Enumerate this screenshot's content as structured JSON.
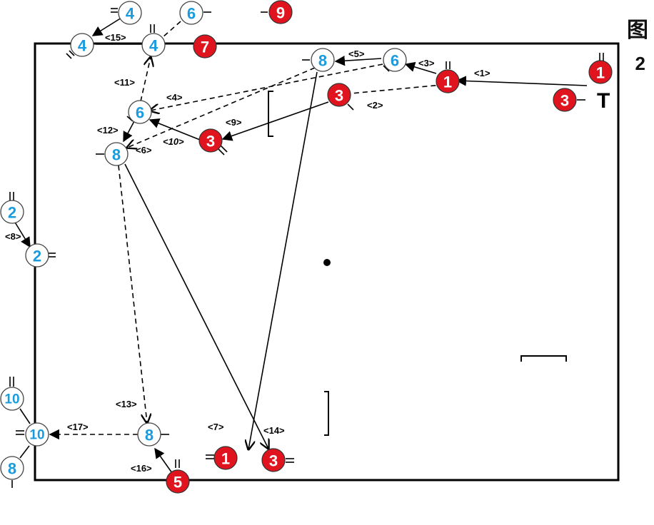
{
  "figure": {
    "label": "图",
    "number": "2"
  },
  "colors": {
    "team_blue_text": "#1a9be0",
    "team_blue_fill": "#ffffff",
    "team_red_fill": "#e0141e",
    "team_red_text": "#ffffff",
    "line": "#000000"
  },
  "players": {
    "b4a": "4",
    "b6a": "6",
    "b4b": "4",
    "b4c": "4",
    "b8top": "8",
    "b6top": "6",
    "b6mid": "6",
    "b8mid": "8",
    "b2a": "2",
    "b2b": "2",
    "b10a": "10",
    "b10b": "10",
    "b8left": "8",
    "b8bot": "8",
    "r9": "9",
    "r7": "7",
    "r1top": "1",
    "r1far": "1",
    "r3far": "3",
    "r3mid": "3",
    "r3left": "3",
    "r1bot": "1",
    "r3bot": "3",
    "r5": "5"
  },
  "steps": {
    "s1": "<1>",
    "s2": "<2>",
    "s3": "<3>",
    "s4": "<4>",
    "s5": "<5>",
    "s6": "<6>",
    "s7": "<7>",
    "s8": "<8>",
    "s9": "<9>",
    "s10": "<10>",
    "s11": "<11>",
    "s12": "<12>",
    "s13": "<13>",
    "s14": "<14>",
    "s15": "<15>",
    "s16": "<16>",
    "s17": "<17>"
  },
  "t_marker": "T"
}
